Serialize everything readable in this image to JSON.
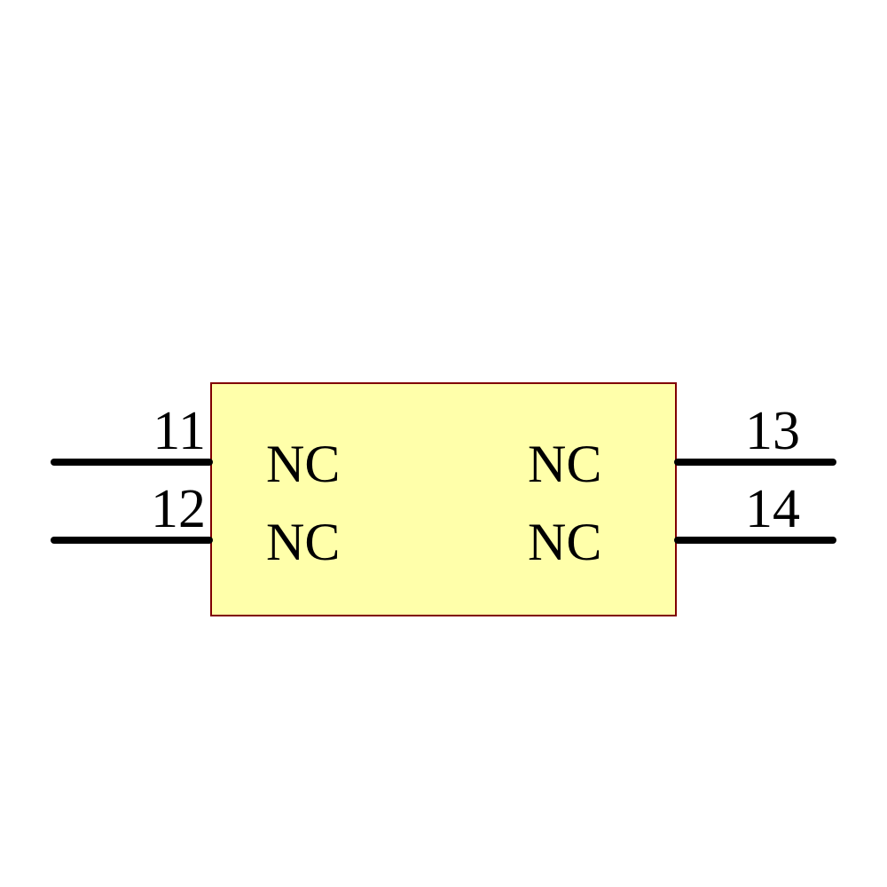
{
  "diagram": {
    "type": "schematic-symbol",
    "background_color": "#ffffff"
  },
  "component": {
    "fill_color": "#ffffaa",
    "border_color": "#800000",
    "inner_labels": {
      "left_top": "NC",
      "left_bottom": "NC",
      "right_top": "NC",
      "right_bottom": "NC"
    }
  },
  "pins": {
    "left": [
      {
        "number": "11"
      },
      {
        "number": "12"
      }
    ],
    "right": [
      {
        "number": "13"
      },
      {
        "number": "14"
      }
    ],
    "wire_color": "#000000"
  }
}
